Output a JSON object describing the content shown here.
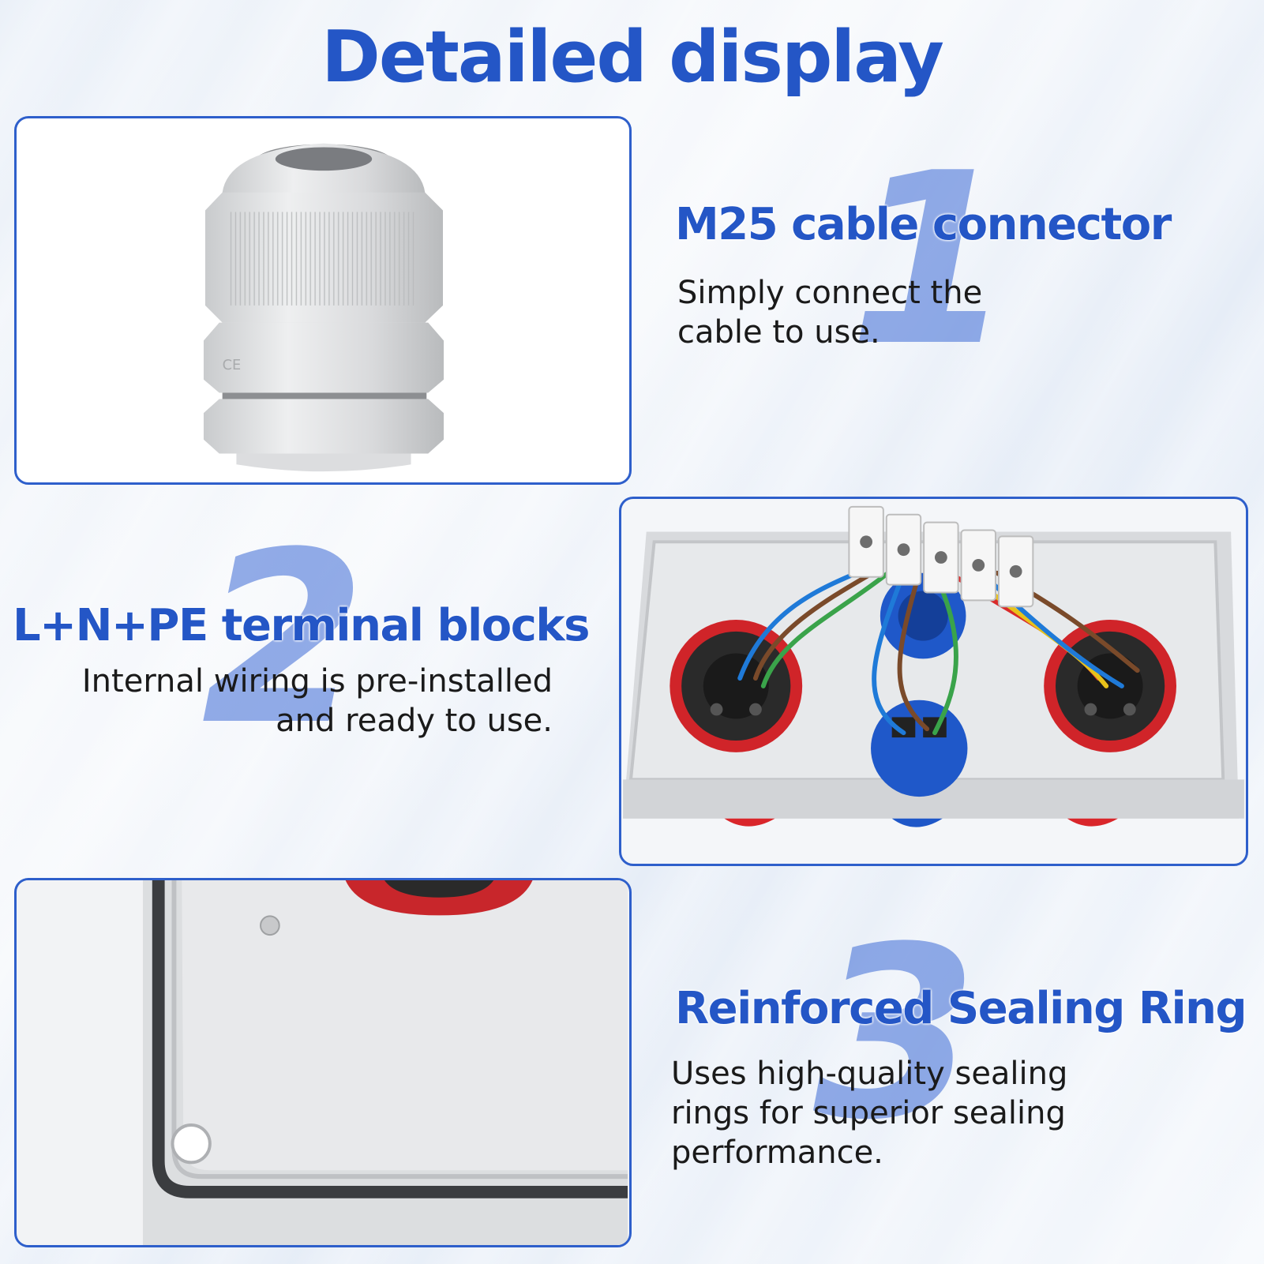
{
  "page": {
    "title": "Detailed display"
  },
  "features": [
    {
      "number": "1",
      "title": "M25 cable connector",
      "description": "Simply connect the\ncable to use."
    },
    {
      "number": "2",
      "title": "L+N+PE terminal blocks",
      "description": "Internal wiring is pre-installed\nand ready to use."
    },
    {
      "number": "3",
      "title": "Reinforced Sealing Ring",
      "description": "Uses high-quality sealing\nrings for superior sealing\nperformance."
    }
  ],
  "colors": {
    "accent": "#2456c6",
    "panel_border": "#2e5fcb",
    "text": "#1a1a1a"
  }
}
